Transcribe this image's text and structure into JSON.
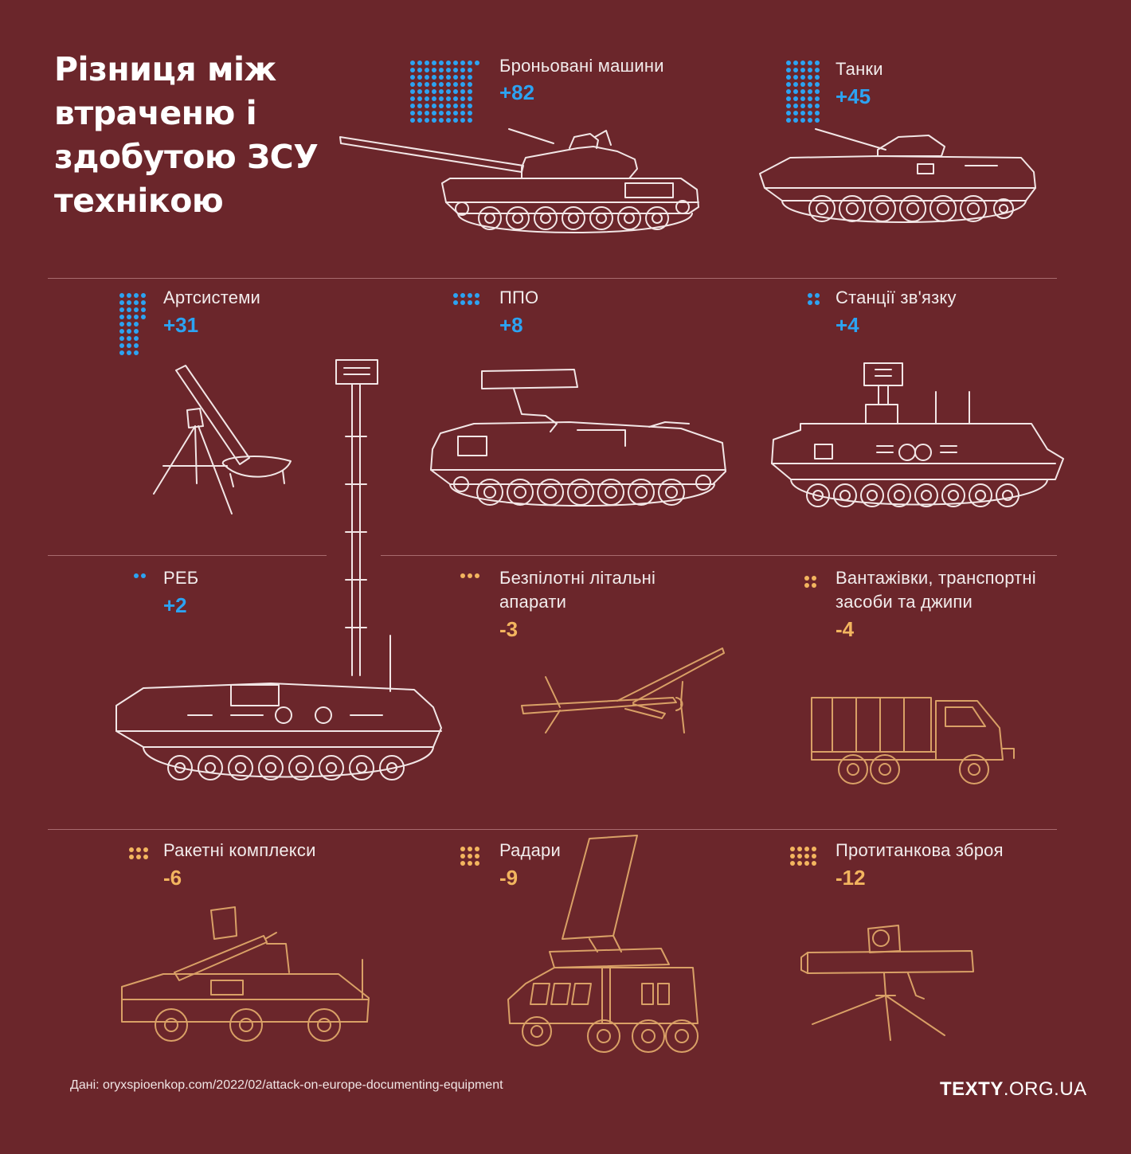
{
  "title": "Різниця між\nвтраченю і\nздобутою ЗСУ\nтехнікою",
  "colors": {
    "background": "#6b262b",
    "positive": "#2ca3f2",
    "negative": "#f3b55f"
  },
  "chart_data": {
    "type": "table",
    "title": "Різниця між втраченю і здобутою ЗСУ технікою",
    "categories": [
      "Броньовані машини",
      "Танки",
      "Артсистеми",
      "ППО",
      "Станції зв'язку",
      "РЕБ",
      "Безпілотні літальні апарати",
      "Вантажівки, транспортні засоби та джипи",
      "Ракетні комплекси",
      "Радари",
      "Протитанкова зброя"
    ],
    "values": [
      82,
      45,
      31,
      8,
      4,
      2,
      -3,
      -4,
      -6,
      -9,
      -12
    ],
    "items": [
      {
        "label": "Броньовані машини",
        "value": 82,
        "display": "+82"
      },
      {
        "label": "Танки",
        "value": 45,
        "display": "+45"
      },
      {
        "label": "Артсистеми",
        "value": 31,
        "display": "+31"
      },
      {
        "label": "ППО",
        "value": 8,
        "display": "+8"
      },
      {
        "label": "Станції зв'язку",
        "value": 4,
        "display": "+4"
      },
      {
        "label": "РЕБ",
        "value": 2,
        "display": "+2"
      },
      {
        "label": "Безпілотні літальні\nапарати",
        "value": -3,
        "display": "-3"
      },
      {
        "label": "Вантажівки, транспортні\nзасоби та джипи",
        "value": -4,
        "display": "-4"
      },
      {
        "label": "Ракетні комплекси",
        "value": -6,
        "display": "-6"
      },
      {
        "label": "Радари",
        "value": -9,
        "display": "-9"
      },
      {
        "label": "Протитанкова зброя",
        "value": -12,
        "display": "-12"
      }
    ]
  },
  "icons": [
    "armored-vehicle-icon",
    "tank-icon",
    "mortar-icon",
    "air-defense-icon",
    "communication-station-icon",
    "electronic-warfare-icon",
    "drone-icon",
    "truck-icon",
    "missile-launcher-icon",
    "radar-icon",
    "anti-tank-weapon-icon"
  ],
  "source": "Дані: oryxspioenkop.com/2022/02/attack-on-europe-documenting-equipment",
  "logo": {
    "bold": "TEXTY",
    "rest": ".ORG.UA"
  }
}
